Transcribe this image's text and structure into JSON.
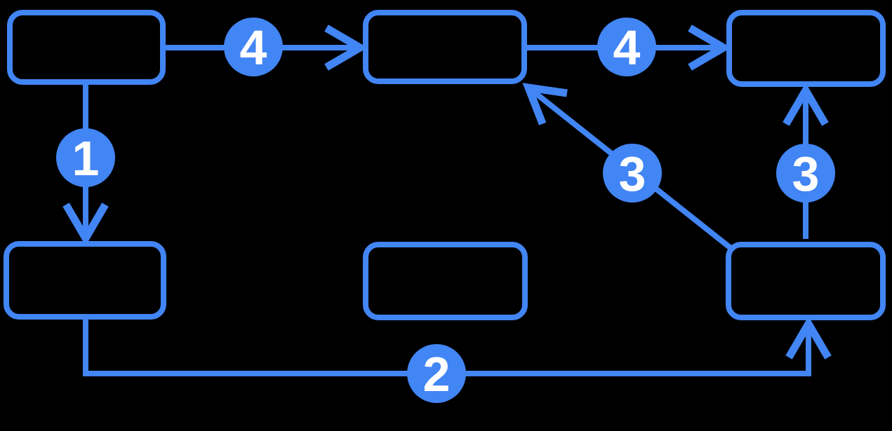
{
  "colors": {
    "background": "#000000",
    "accent": "#4285F4",
    "badge_text": "#FFFFFF"
  },
  "diagram": {
    "type": "flowchart",
    "nodes": [
      {
        "id": "top-left",
        "label": ""
      },
      {
        "id": "top-middle",
        "label": ""
      },
      {
        "id": "top-right",
        "label": ""
      },
      {
        "id": "bottom-left",
        "label": ""
      },
      {
        "id": "bottom-middle",
        "label": ""
      },
      {
        "id": "bottom-right",
        "label": ""
      }
    ],
    "edges": [
      {
        "from": "top-left",
        "to": "bottom-left",
        "label": "1",
        "direction": "down"
      },
      {
        "from": "bottom-left",
        "to": "bottom-right",
        "label": "2",
        "direction": "down-right-up"
      },
      {
        "from": "bottom-right",
        "to": "top-middle",
        "label": "3",
        "direction": "diagonal-up-left"
      },
      {
        "from": "bottom-right",
        "to": "top-right",
        "label": "3",
        "direction": "up"
      },
      {
        "from": "top-left",
        "to": "top-middle",
        "label": "4",
        "direction": "right"
      },
      {
        "from": "top-middle",
        "to": "top-right",
        "label": "4",
        "direction": "right"
      }
    ]
  }
}
